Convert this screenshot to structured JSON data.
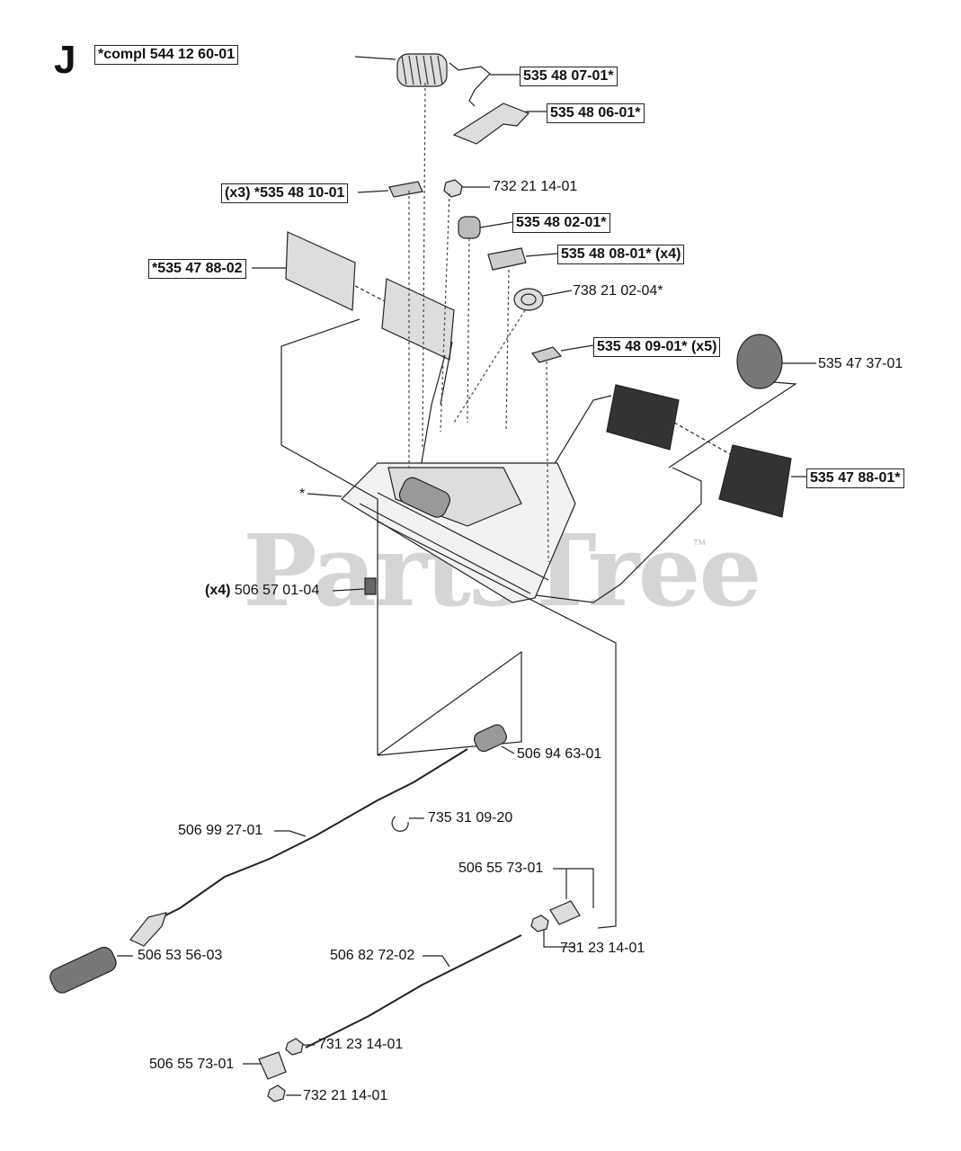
{
  "section": {
    "letter": "J",
    "assembly_note": "*compl 544 12 60-01"
  },
  "watermark": {
    "text": "PartsTree",
    "tm": "™"
  },
  "parts": {
    "p1": {
      "qty": "",
      "number": "535 48 07-01*"
    },
    "p2": {
      "qty": "",
      "number": "535 48 06-01*"
    },
    "p3": {
      "qty": "(x3)",
      "number": "*535 48 10-01"
    },
    "p4": {
      "qty": "",
      "number": "732 21 14-01"
    },
    "p5": {
      "qty": "",
      "number": "535 48 02-01*"
    },
    "p6": {
      "qty": "",
      "number": "*535 47 88-02"
    },
    "p7": {
      "qty": "",
      "number": "535 48 08-01* (x4)"
    },
    "p8": {
      "qty": "",
      "number": "738 21 02-04*"
    },
    "p9": {
      "qty": "",
      "number": "535 48 09-01* (x5)"
    },
    "p10": {
      "qty": "",
      "number": "535 47 37-01"
    },
    "p11": {
      "qty": "",
      "number": "535 47 88-01*"
    },
    "p12": {
      "qty": "",
      "number": "*"
    },
    "p13": {
      "qty": "(x4)",
      "number": "506 57 01-04"
    },
    "p14": {
      "qty": "",
      "number": "506 94 63-01"
    },
    "p15": {
      "qty": "",
      "number": "735 31 09-20"
    },
    "p16": {
      "qty": "",
      "number": "506 99 27-01"
    },
    "p17": {
      "qty": "",
      "number": "506 55 73-01"
    },
    "p18": {
      "qty": "",
      "number": "506 53 56-03"
    },
    "p19": {
      "qty": "",
      "number": "731 23 14-01"
    },
    "p20": {
      "qty": "",
      "number": "506 82 72-02"
    },
    "p21": {
      "qty": "",
      "number": "731 23 14-01"
    },
    "p22": {
      "qty": "",
      "number": "506 55 73-01"
    },
    "p23": {
      "qty": "",
      "number": "732 21 14-01"
    }
  }
}
